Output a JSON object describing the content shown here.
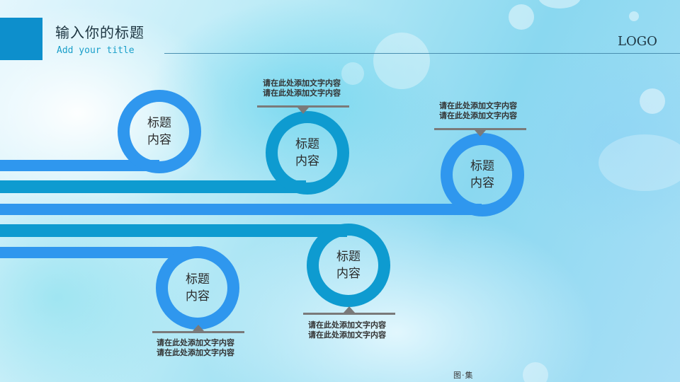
{
  "header": {
    "title": "输入你的标题",
    "subtitle": "Add your title",
    "logo": "LOGO"
  },
  "colors": {
    "accent": "#0d8fcc",
    "bar_dark": "#0e9bd0",
    "ring_blue": "#2f97ee",
    "pointer_gray": "#7a7a7a"
  },
  "nodes": [
    {
      "line1": "标题",
      "line2": "内容"
    },
    {
      "line1": "标题",
      "line2": "内容"
    },
    {
      "line1": "标题",
      "line2": "内容"
    },
    {
      "line1": "标题",
      "line2": "内容"
    },
    {
      "line1": "标题",
      "line2": "内容"
    }
  ],
  "notes": [
    {
      "line1": "请在此处添加文字内容",
      "line2": "请在此处添加文字内容"
    },
    {
      "line1": "请在此处添加文字内容",
      "line2": "请在此处添加文字内容"
    },
    {
      "line1": "请在此处添加文字内容",
      "line2": "请在此处添加文字内容"
    },
    {
      "line1": "请在此处添加文字内容",
      "line2": "请在此处添加文字内容"
    }
  ],
  "watermark": "图·集"
}
